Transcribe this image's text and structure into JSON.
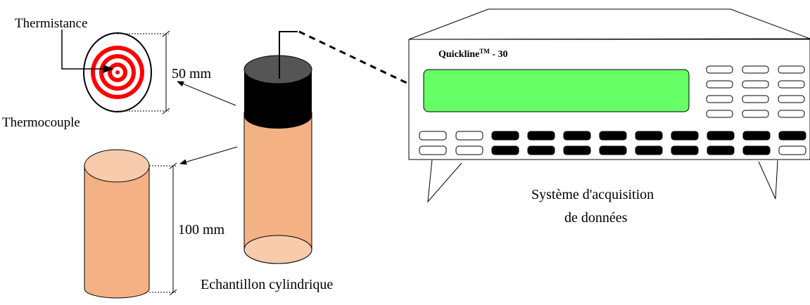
{
  "labels": {
    "thermistance": "Thermistance",
    "thermocouple": "Thermocouple",
    "dim_50": "50 mm",
    "dim_100": "100 mm",
    "sample": "Echantillon cylindrique",
    "system_line1": "Système d'acquisition",
    "system_line2": "de données"
  },
  "device": {
    "brand": "Quickline",
    "brand_tm": "TM",
    "brand_model": " - 30",
    "display_color": "#66ff66"
  },
  "colors": {
    "sample_body": "#f4b183",
    "sample_top": "#f8cbad",
    "cap_side": "#000000",
    "cap_top": "#555555",
    "rings": "#ff0000"
  }
}
